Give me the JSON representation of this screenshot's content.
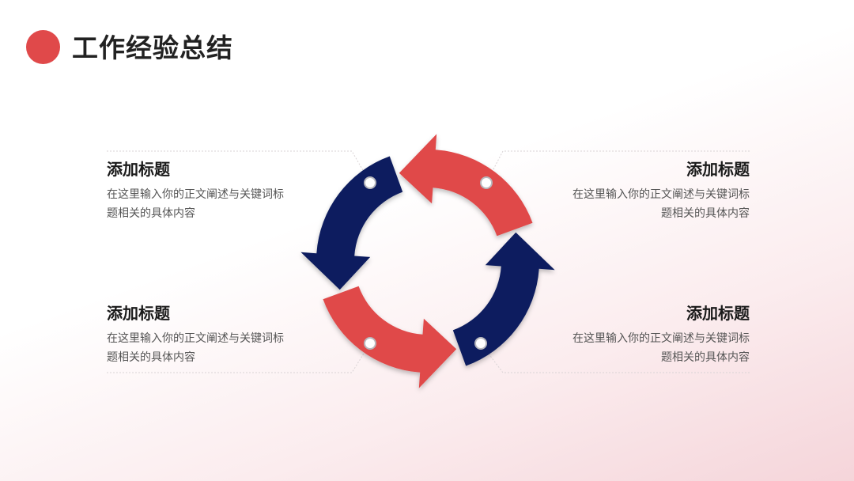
{
  "header": {
    "title": "工作经验总结"
  },
  "colors": {
    "accent_red": "#e0494a",
    "navy": "#0b1f5e"
  },
  "blocks": {
    "top_left": {
      "title": "添加标题",
      "line1": "在这里输入你的正文阐述与关键词标",
      "line2": "题相关的具体内容"
    },
    "top_right": {
      "title": "添加标题",
      "line1": "在这里输入你的正文阐述与关键词标",
      "line2": "题相关的具体内容"
    },
    "bottom_left": {
      "title": "添加标题",
      "line1": "在这里输入你的正文阐述与关键词标",
      "line2": "题相关的具体内容"
    },
    "bottom_right": {
      "title": "添加标题",
      "line1": "在这里输入你的正文阐述与关键词标",
      "line2": "题相关的具体内容"
    }
  },
  "diagram": {
    "type": "cycle",
    "arrows": [
      {
        "color": "red",
        "direction": "counterclockwise",
        "position": "top"
      },
      {
        "color": "navy",
        "direction": "counterclockwise",
        "position": "left"
      },
      {
        "color": "red",
        "direction": "counterclockwise",
        "position": "bottom"
      },
      {
        "color": "navy",
        "direction": "counterclockwise",
        "position": "right"
      }
    ],
    "connector_markers": [
      "top-left",
      "top-right",
      "bottom-left",
      "bottom-right"
    ]
  }
}
